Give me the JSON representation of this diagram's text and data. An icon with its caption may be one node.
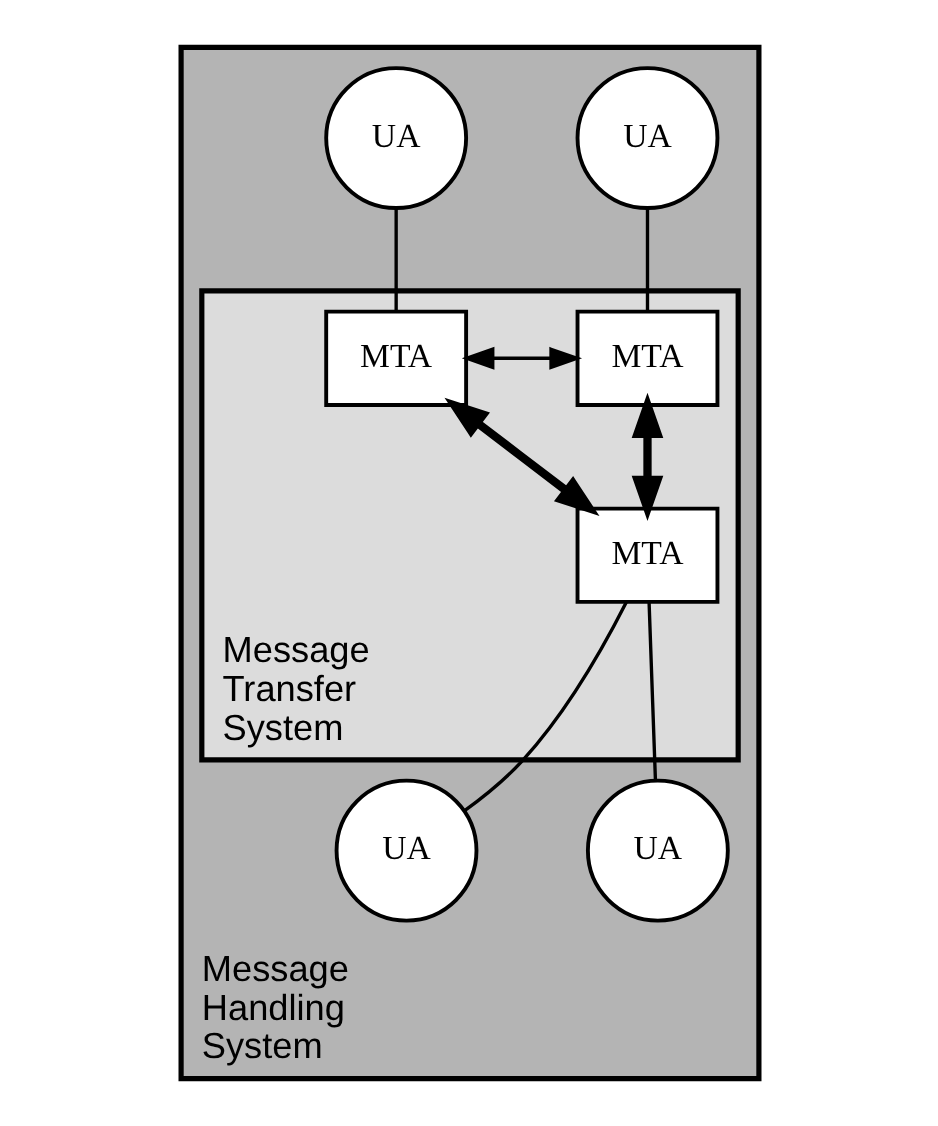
{
  "diagram": {
    "nodes": [
      {
        "text": [
          "Message Handling System"
        ]
      },
      {
        "text": [
          "UA"
        ],
        "in": 0
      },
      {
        "text": [
          "UA"
        ],
        "in": 0
      },
      {
        "text": [
          "Message Transfer System"
        ],
        "in": 0
      },
      {
        "text": [
          "MTA"
        ],
        "in": 3
      },
      {
        "text": [
          "MTA"
        ],
        "in": 3
      },
      {
        "text": [
          "MTA"
        ],
        "in": 3
      },
      {
        "text": [
          "UA"
        ],
        "in": 0
      },
      {
        "text": [
          "UA"
        ],
        "in": 0
      }
    ],
    "edges": [
      {
        "from": 1,
        "to": 4,
        "arrow": "none"
      },
      {
        "from": 2,
        "to": 5,
        "arrow": "none"
      },
      {
        "from": 4,
        "to": 5,
        "arrow": "both"
      },
      {
        "from": 4,
        "to": 6,
        "arrow": "both",
        "style": "thick"
      },
      {
        "from": 5,
        "to": 6,
        "arrow": "both",
        "style": "thick"
      },
      {
        "from": 6,
        "to": 7,
        "arrow": "none"
      },
      {
        "from": 6,
        "to": 8,
        "arrow": "none"
      }
    ]
  }
}
